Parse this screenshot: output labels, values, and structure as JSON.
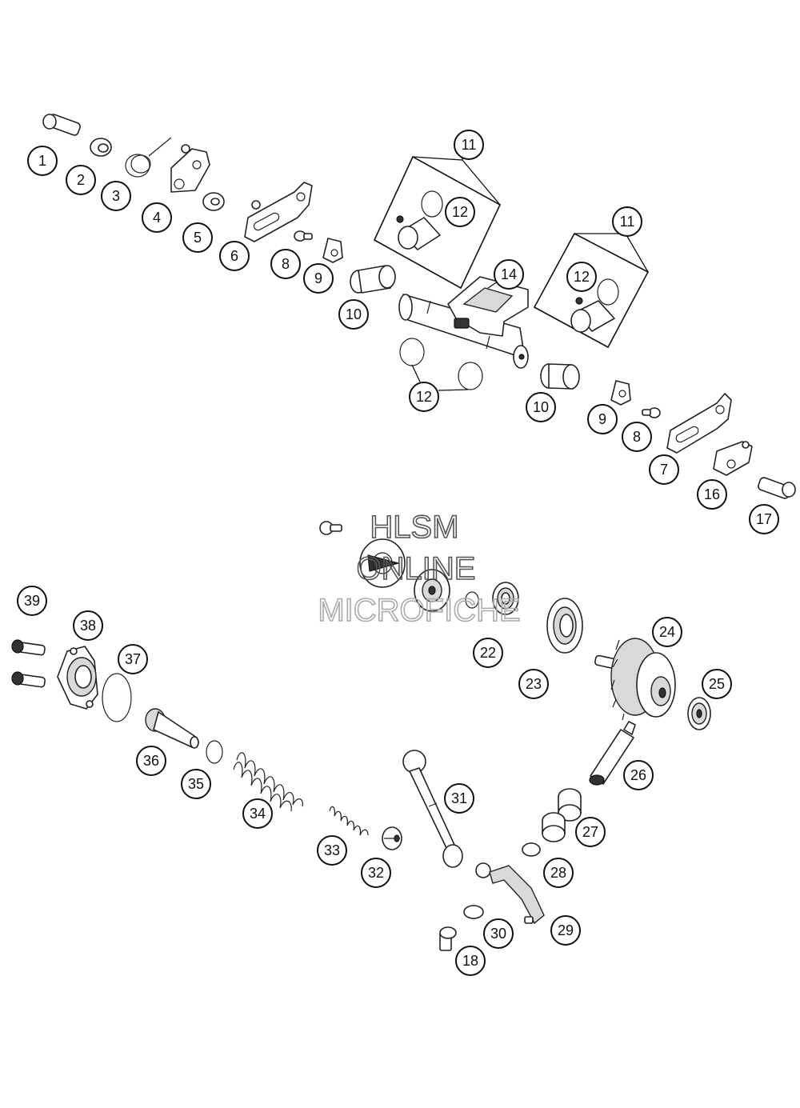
{
  "watermark": {
    "line1": "HLSM",
    "line2": "ONLINE",
    "line3": "MICROFICHE"
  },
  "callouts": [
    "1",
    "2",
    "3",
    "4",
    "5",
    "6",
    "7",
    "8",
    "9",
    "10",
    "11",
    "12",
    "14",
    "16",
    "17",
    "18",
    "22",
    "23",
    "24",
    "25",
    "26",
    "27",
    "28",
    "29",
    "30",
    "31",
    "32",
    "33",
    "34",
    "35",
    "36",
    "37",
    "38",
    "39"
  ]
}
